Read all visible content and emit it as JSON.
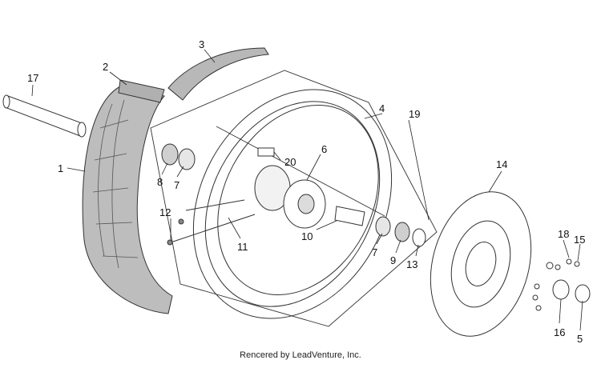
{
  "callouts": {
    "c1": "1",
    "c2": "2",
    "c3": "3",
    "c4": "4",
    "c5": "5",
    "c6": "6",
    "c7a": "7",
    "c7b": "7",
    "c8": "8",
    "c9": "9",
    "c10": "10",
    "c11": "11",
    "c12": "12",
    "c13": "13",
    "c14": "14",
    "c15": "15",
    "c16": "16",
    "c17": "17",
    "c18": "18",
    "c19": "19",
    "c20": "20"
  },
  "footer": {
    "credit": "Rencered by LeadVenture, Inc."
  },
  "colors": {
    "tire": "#bdbdbd",
    "line": "#333333",
    "background": "#ffffff"
  }
}
